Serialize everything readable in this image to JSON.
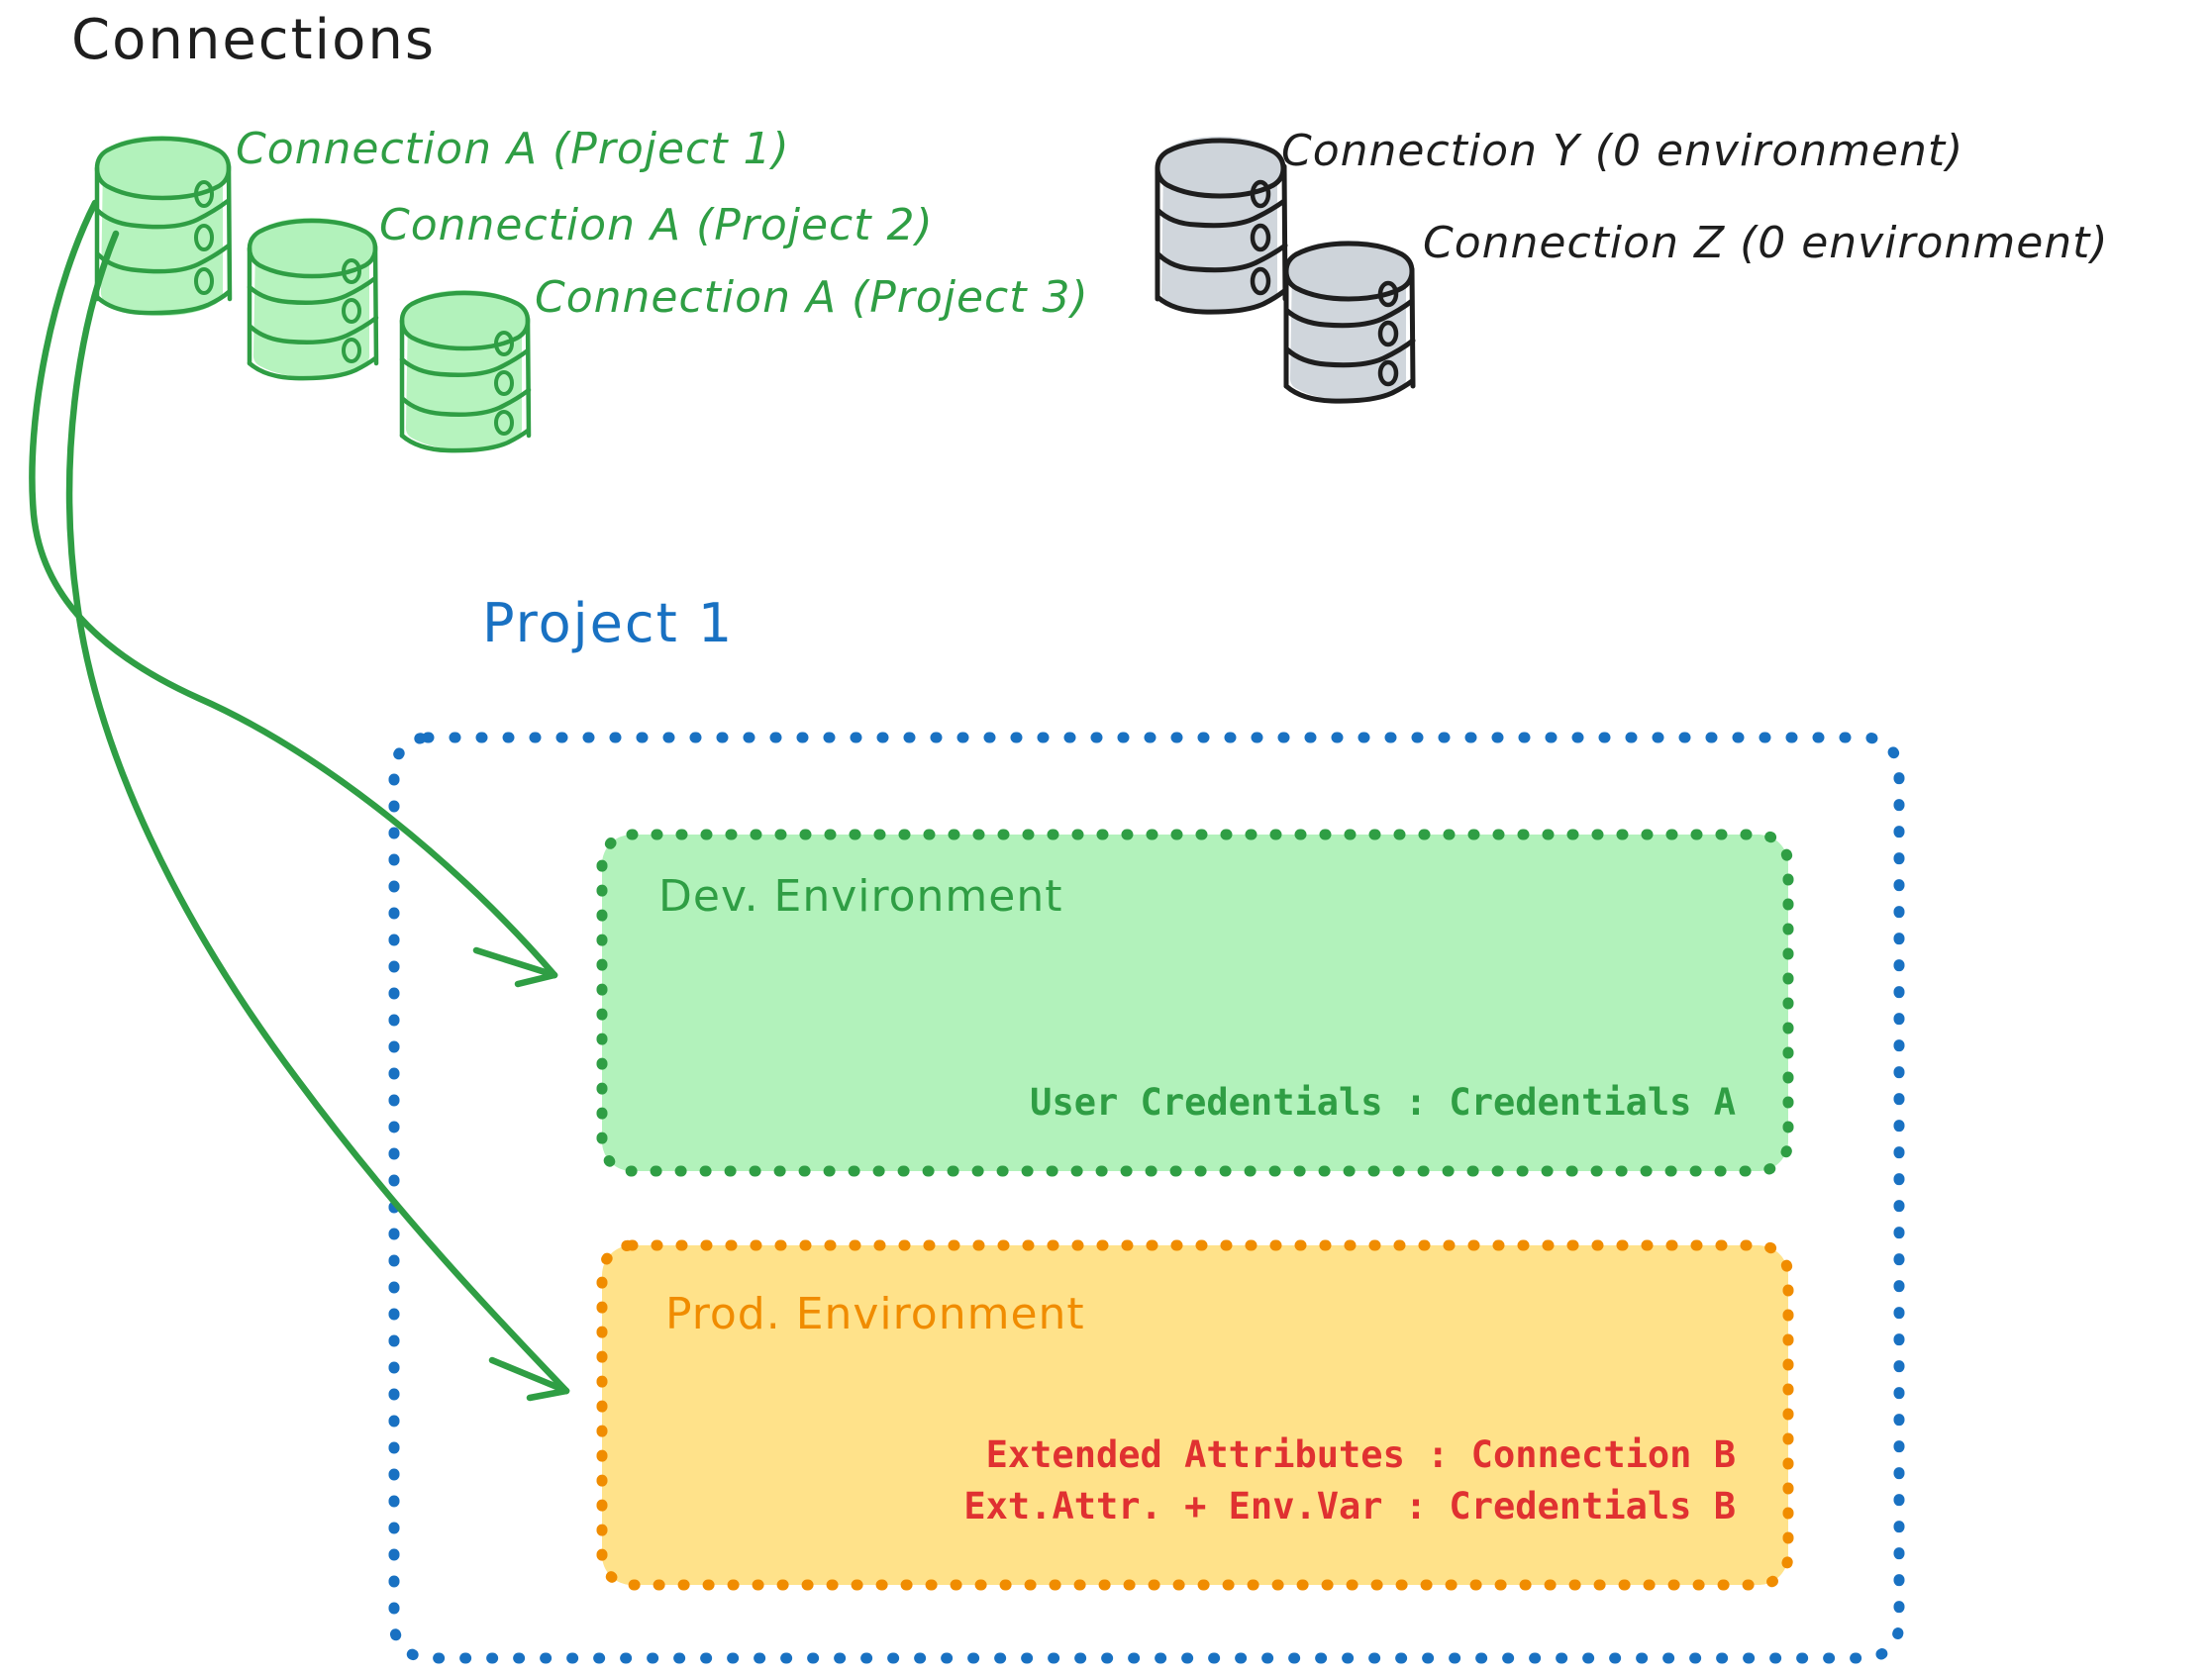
{
  "diagram": {
    "title": "Connections",
    "title_color": "#1e1e1e",
    "background": "#ffffff"
  },
  "connections": {
    "green": {
      "color": "#2f9e44",
      "fill": "#b2f2bb",
      "items": [
        {
          "label": "Connection A (Project 1)",
          "icon": "database-icon"
        },
        {
          "label": "Connection A (Project 2)",
          "icon": "database-icon"
        },
        {
          "label": "Connection A (Project 3)",
          "icon": "database-icon"
        }
      ]
    },
    "gray": {
      "color": "#1e1e1e",
      "fill": "#ced4da",
      "items": [
        {
          "label": "Connection Y (0 environment)",
          "icon": "database-icon"
        },
        {
          "label": "Connection Z (0 environment)",
          "icon": "database-icon"
        }
      ]
    }
  },
  "project": {
    "title": "Project 1",
    "color": "#1971c2",
    "environments": [
      {
        "title": "Dev. Environment",
        "color": "#2f9e44",
        "fill": "#b2f2bb",
        "lines": [
          {
            "text": "User Credentials : Credentials A",
            "color": "#2f9e44"
          }
        ]
      },
      {
        "title": "Prod. Environment",
        "color": "#f08c00",
        "fill": "#ffe28a",
        "lines": [
          {
            "text": "Extended Attributes : Connection B",
            "color": "#e03131"
          },
          {
            "text": "Ext.Attr. + Env.Var : Credentials B",
            "color": "#e03131"
          }
        ]
      }
    ]
  },
  "arrows": {
    "color": "#2f9e44",
    "count": 2,
    "from": "Connection A (Project 1)",
    "to": [
      "Dev. Environment",
      "Prod. Environment"
    ]
  }
}
